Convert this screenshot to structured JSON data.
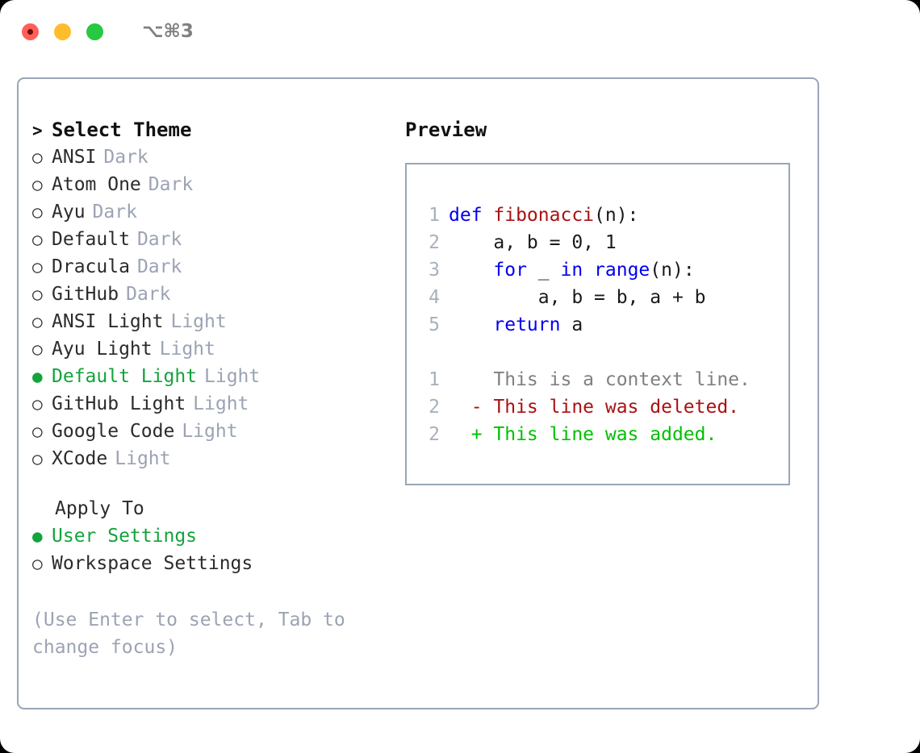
{
  "titlebar": {
    "shortcut": "⌥⌘3",
    "buttons": [
      {
        "name": "close",
        "color": "#ff5f57"
      },
      {
        "name": "minimize",
        "color": "#ffbd2e"
      },
      {
        "name": "maximize",
        "color": "#28c840"
      }
    ]
  },
  "theme_picker": {
    "heading_marker": ">",
    "heading": "Select Theme",
    "radio_off": "○",
    "radio_on": "●",
    "accent_color": "#14a33c",
    "muted_color": "#9ba3b4",
    "items": [
      {
        "name": "ANSI",
        "badge": "Dark",
        "selected": false
      },
      {
        "name": "Atom One",
        "badge": "Dark",
        "selected": false
      },
      {
        "name": "Ayu",
        "badge": "Dark",
        "selected": false
      },
      {
        "name": "Default",
        "badge": "Dark",
        "selected": false
      },
      {
        "name": "Dracula",
        "badge": "Dark",
        "selected": false
      },
      {
        "name": "GitHub",
        "badge": "Dark",
        "selected": false
      },
      {
        "name": "ANSI Light",
        "badge": "Light",
        "selected": false
      },
      {
        "name": "Ayu Light",
        "badge": "Light",
        "selected": false
      },
      {
        "name": "Default Light",
        "badge": "Light",
        "selected": true
      },
      {
        "name": "GitHub Light",
        "badge": "Light",
        "selected": false
      },
      {
        "name": "Google Code",
        "badge": "Light",
        "selected": false
      },
      {
        "name": "XCode",
        "badge": "Light",
        "selected": false
      }
    ]
  },
  "apply_to": {
    "label": "Apply To",
    "items": [
      {
        "name": "User Settings",
        "selected": true
      },
      {
        "name": "Workspace Settings",
        "selected": false
      }
    ]
  },
  "hint": "(Use Enter to select, Tab to\nchange focus)",
  "preview": {
    "title": "Preview",
    "code_lines": [
      {
        "no": "1",
        "tokens": [
          {
            "t": "def ",
            "c": "kw"
          },
          {
            "t": "fibonacci",
            "c": "fn"
          },
          {
            "t": "(n):",
            "c": "plain"
          }
        ]
      },
      {
        "no": "2",
        "tokens": [
          {
            "t": "    a, b = 0, 1",
            "c": "plain"
          }
        ]
      },
      {
        "no": "3",
        "tokens": [
          {
            "t": "    ",
            "c": "plain"
          },
          {
            "t": "for",
            "c": "kw"
          },
          {
            "t": " _ ",
            "c": "plain"
          },
          {
            "t": "in",
            "c": "kw"
          },
          {
            "t": " ",
            "c": "plain"
          },
          {
            "t": "range",
            "c": "kw"
          },
          {
            "t": "(n):",
            "c": "plain"
          }
        ]
      },
      {
        "no": "4",
        "tokens": [
          {
            "t": "        a, b = b, a + b",
            "c": "plain"
          }
        ]
      },
      {
        "no": "5",
        "tokens": [
          {
            "t": "    ",
            "c": "plain"
          },
          {
            "t": "return",
            "c": "kw"
          },
          {
            "t": " a",
            "c": "plain"
          }
        ]
      }
    ],
    "diff_lines": [
      {
        "no": "1",
        "sign": " ",
        "text": " This is a context line.",
        "kind": "d-ctx"
      },
      {
        "no": "2",
        "sign": "-",
        "text": " This line was deleted.",
        "kind": "d-del"
      },
      {
        "no": "2",
        "sign": "+",
        "text": " This line was added.",
        "kind": "d-add"
      }
    ]
  }
}
